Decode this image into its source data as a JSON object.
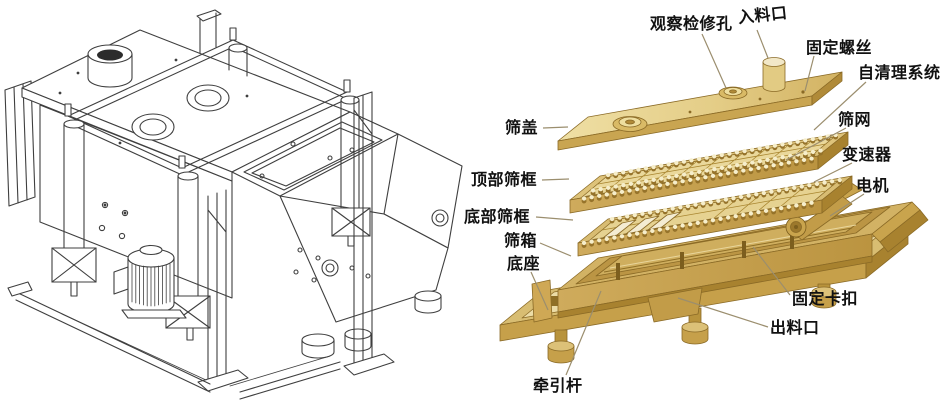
{
  "labels": {
    "inspection_hole": "观察检修孔",
    "inlet": "入料口",
    "fixing_screw": "固定螺丝",
    "self_cleaning_system": "自清理系统",
    "screen_mesh": "筛网",
    "gearbox": "变速器",
    "motor": "电机",
    "screen_cover": "筛盖",
    "top_screen_frame": "顶部筛框",
    "bottom_screen_frame": "底部筛框",
    "screen_box": "筛箱",
    "base": "底座",
    "fixing_clamp": "固定卡扣",
    "outlet": "出料口",
    "traction_rod": "牵引杆"
  },
  "colors": {
    "gold_light": "#f2e4b0",
    "gold_mid": "#dcc077",
    "gold_dark": "#b8923f",
    "gold_deep": "#8a6a26",
    "line_art": "#3f3f3f",
    "leader_line": "#9b8e6e",
    "label_text": "#111111",
    "background": "#ffffff"
  }
}
